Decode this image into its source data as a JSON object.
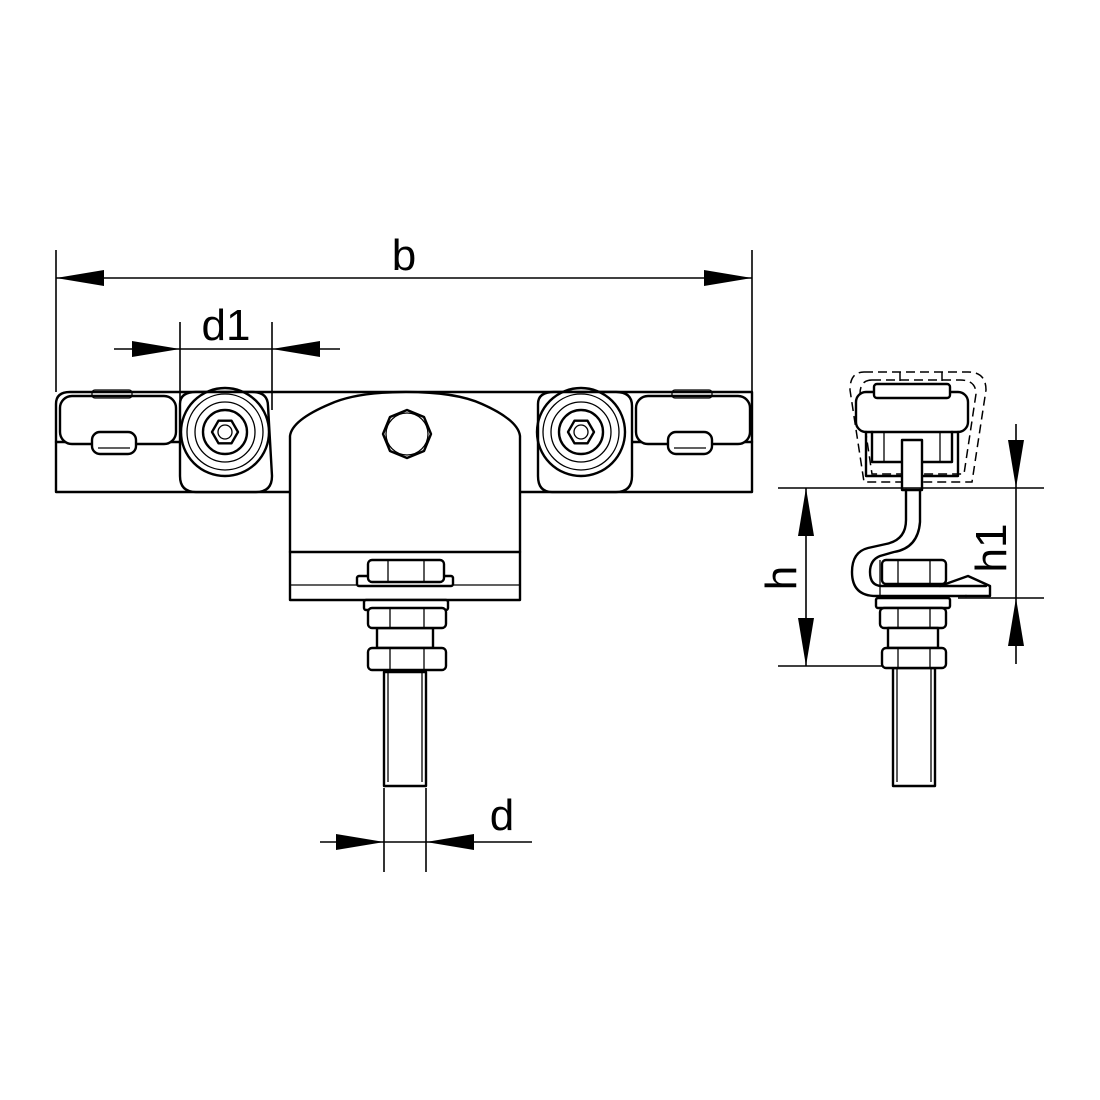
{
  "dimensions": {
    "b": "b",
    "d1": "d1",
    "d": "d",
    "h": "h",
    "h1": "h1"
  }
}
